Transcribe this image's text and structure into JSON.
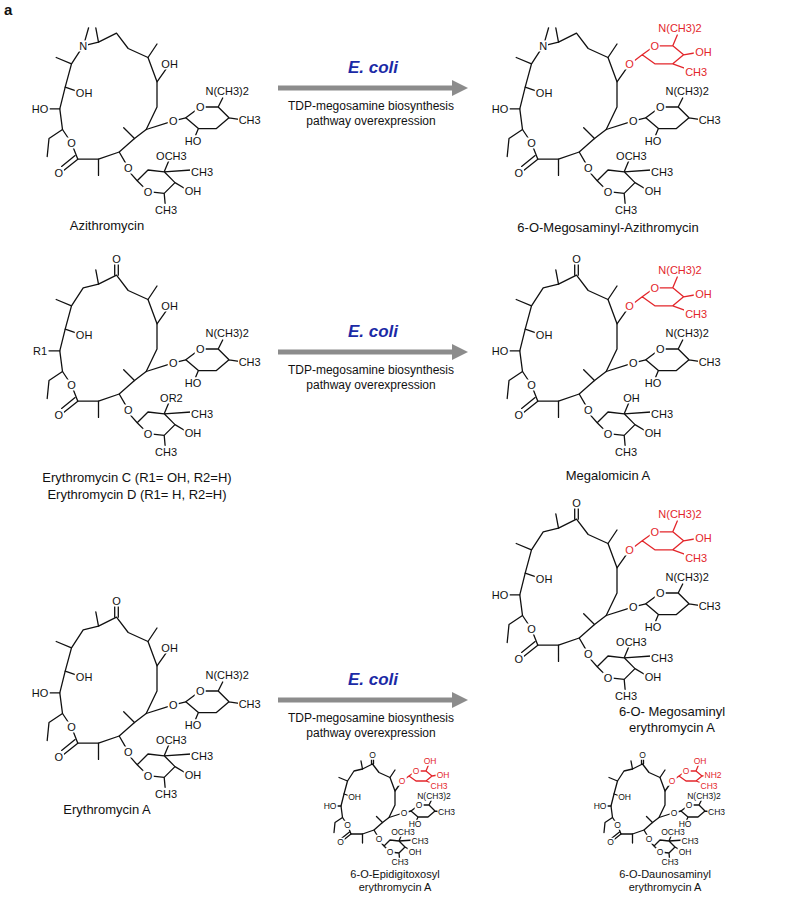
{
  "diagram": {
    "nodes": [
      {
        "text": [
          "Azithromycin"
        ]
      },
      {
        "text": [
          "6-O-Megosaminyl-Azithromycin"
        ]
      },
      {
        "text": [
          "Erythromycin C (R1= OH, R2=H)",
          "Erythromycin D (R1= H, R2=H)"
        ]
      },
      {
        "text": [
          "Megalomicin A"
        ]
      },
      {
        "text": [
          "Erythromycin A"
        ]
      },
      {
        "text": [
          "6-O- Megosaminyl erythromycin A"
        ]
      },
      {
        "text": [
          "6-O-Epidigitoxosyl erythromycin A"
        ]
      },
      {
        "text": [
          "6-O-Daunosaminyl erythromycin A"
        ]
      }
    ],
    "edges": [
      {
        "from": 0,
        "to": 1,
        "arrow": "to",
        "label": "E. coli"
      },
      {
        "from": 2,
        "to": 3,
        "arrow": "to",
        "label": "E. coli"
      },
      {
        "from": 4,
        "to": 5,
        "arrow": "to",
        "label": "E. coli"
      }
    ],
    "labels": [
      "a",
      "N",
      "HO",
      "OH",
      "OH",
      "O",
      "O",
      "O",
      "O",
      "N(CH3)2",
      "CH3",
      "HO",
      "O",
      "O",
      "OCH3",
      "CH3",
      "OH",
      "CH3",
      "TDP-megosamine biosynthesis pathway overexpression",
      "N",
      "HO",
      "OH",
      "O",
      "O",
      "N(CH3)2",
      "OH",
      "CH3",
      "O",
      "O",
      "O",
      "O",
      "N(CH3)2",
      "CH3",
      "HO",
      "O",
      "O",
      "OCH3",
      "CH3",
      "OH",
      "CH3",
      "O",
      "R1",
      "OH",
      "OH",
      "O",
      "O",
      "O",
      "O",
      "N(CH3)2",
      "CH3",
      "HO",
      "O",
      "O",
      "OR2",
      "CH3",
      "OH",
      "CH3",
      "TDP-megosamine biosynthesis pathway overexpression",
      "O",
      "HO",
      "OH",
      "O",
      "O",
      "N(CH3)2",
      "OH",
      "CH3",
      "O",
      "O",
      "O",
      "O",
      "N(CH3)2",
      "CH3",
      "HO",
      "O",
      "O",
      "OH",
      "CH3",
      "OH",
      "CH3",
      "O",
      "HO",
      "OH",
      "OH",
      "O",
      "O",
      "O",
      "O",
      "N(CH3)2",
      "CH3",
      "HO",
      "O",
      "O",
      "OCH3",
      "CH3",
      "OH",
      "CH3",
      "TDP-megosamine biosynthesis pathway overexpression",
      "O",
      "HO",
      "OH",
      "O",
      "O",
      "N(CH3)2",
      "OH",
      "CH3",
      "O",
      "O",
      "O",
      "O",
      "N(CH3)2",
      "CH3",
      "HO",
      "O",
      "O",
      "OCH3",
      "CH3",
      "OH",
      "CH3",
      "O",
      "HO",
      "OH",
      "O",
      "O",
      "OH",
      "OH",
      "CH3",
      "O",
      "O",
      "O",
      "O",
      "N(CH3)2",
      "CH3",
      "HO",
      "O",
      "O",
      "OCH3",
      "CH3",
      "OH",
      "CH3",
      "O",
      "HO",
      "OH",
      "O",
      "O",
      "OH",
      "NH2",
      "CH3",
      "O",
      "O",
      "O",
      "O",
      "N(CH3)2",
      "CH3",
      "HO",
      "O",
      "O",
      "OCH3",
      "CH3",
      "OH",
      "CH3"
    ]
  }
}
